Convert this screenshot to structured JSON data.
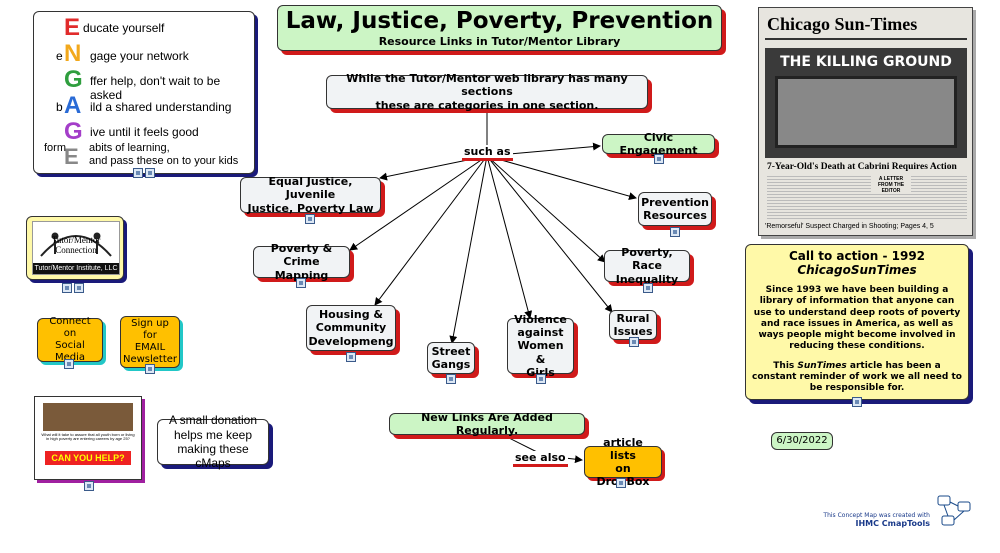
{
  "title": {
    "main": "Law, Justice, Poverty, Prevention",
    "sub": "Resource Links in Tutor/Mentor Library"
  },
  "intro": "While the Tutor/Mentor web library has many sections\nthese are categories in one section.",
  "link_label": "such as",
  "categories": [
    "Civic Engagement",
    "Equal Justice, Juvenile\nJustice, Poverty Law",
    "Prevention\nResources",
    "Poverty &\nCrime Mapping",
    "Poverty, Race\nInequality",
    "Housing &\nCommunity\nDevelopmeng",
    "Rural\nIssues",
    "Violence\nagainst\nWomen &\nGirls",
    "Street\nGangs"
  ],
  "engage": {
    "letters": [
      "E",
      "N",
      "G",
      "A",
      "G",
      "E"
    ],
    "lines": [
      "ducate yourself",
      "e",
      "gage your network",
      "ffer help, don't wait to be asked",
      "b",
      "ild a shared understanding",
      "ive until it feels good",
      "form",
      "abits of learning,",
      "and pass these on to your kids"
    ]
  },
  "logo": {
    "name": "Tutor/Mentor\nConnection",
    "caption": "Tutor/Mentor Institute, LLC"
  },
  "social": "Connect on\nSocial\nMedia",
  "newsletter": "Sign up\nfor\nEMAIL\nNewsletter",
  "flyer": {
    "q": "What will it take to assure that all youth born or living in high poverty are entering careers by age 25?",
    "cta": "CAN YOU HELP?"
  },
  "donation": "A small donation\nhelps me keep\nmaking these cMaps",
  "new_links": "New Links Are Added Regularly.",
  "see_also": "see also",
  "article_lists": "article lists\non DropBox",
  "newspaper": {
    "masthead": "Chicago Sun-Times",
    "headline": "THE KILLING GROUND",
    "subhead": "7-Year-Old's Death at Cabrini Requires Action",
    "letter": "A LETTER\nFROM THE\nEDITOR",
    "footer": "'Remorseful' Suspect Charged in Shooting; Pages 4, 5"
  },
  "call": {
    "title": "Call to action - 1992",
    "paper": "ChicagoSunTimes",
    "body1": "Since 1993 we have been building a library of information that anyone can use to understand deep roots of poverty and race issues in America, as well as ways people might become involved in reducing these conditions.",
    "body2_prefix": "This ",
    "body2_em": "SunTimes",
    "body2_rest": " article has been a constant reminder of work we all need to be responsible for."
  },
  "date": "6/30/2022",
  "credit": {
    "line1": "This Concept Map was created with",
    "line2": "IHMC CmapTools"
  },
  "colors": {
    "green": "#ccf5c5",
    "gray": "#f1f3f5",
    "yellow": "#fff9a8",
    "orange": "#ffc000",
    "shadow_red": "#d01a1a",
    "shadow_navy": "#1a1a7a"
  }
}
